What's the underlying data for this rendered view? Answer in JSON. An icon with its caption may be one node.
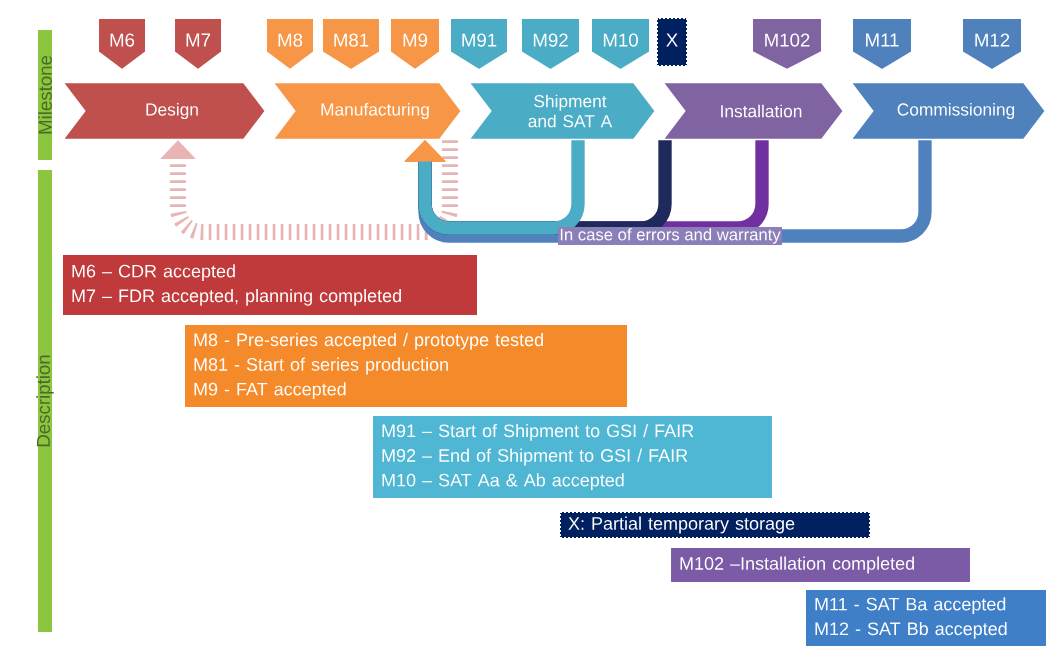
{
  "diagram": {
    "nodes": [
      {
        "text": [
          "Milestone"
        ]
      },
      {
        "text": [
          "Description"
        ]
      },
      {
        "text": [
          "Design"
        ]
      },
      {
        "text": [
          "Manufacturing"
        ]
      },
      {
        "text": [
          "Shipment and SAT A"
        ]
      },
      {
        "text": [
          "Installation"
        ]
      },
      {
        "text": [
          "Commissioning"
        ]
      },
      {
        "text": [
          "M6"
        ]
      },
      {
        "text": [
          "M7"
        ]
      },
      {
        "text": [
          "M8"
        ]
      },
      {
        "text": [
          "M81"
        ]
      },
      {
        "text": [
          "M9"
        ]
      },
      {
        "text": [
          "M91"
        ]
      },
      {
        "text": [
          "M92"
        ]
      },
      {
        "text": [
          "M10"
        ]
      },
      {
        "text": [
          "X"
        ]
      },
      {
        "text": [
          "M102"
        ]
      },
      {
        "text": [
          "M11"
        ]
      },
      {
        "text": [
          "M12"
        ]
      },
      {
        "text": [
          "M6 – CDR accepted",
          "M7 – FDR accepted, planning completed"
        ]
      },
      {
        "text": [
          "M8 - Pre-series accepted / prototype tested",
          "M81 - Start of series production",
          "M9 - FAT accepted"
        ]
      },
      {
        "text": [
          "M91 – Start of Shipment to GSI / FAIR",
          "M92 – End of Shipment to GSI / FAIR",
          "M10 – SAT Aa & Ab accepted"
        ]
      },
      {
        "text": [
          "X: Partial temporary storage"
        ]
      },
      {
        "text": [
          "M102 –Installation completed"
        ]
      },
      {
        "text": [
          "M11 - SAT Ba accepted",
          "M12 - SAT Bb accepted"
        ]
      }
    ],
    "edges": [
      {
        "from": 3,
        "to": 2,
        "arrow": "to",
        "style": "dashed",
        "color": "#e8b4b4"
      },
      {
        "from": 6,
        "to": 3,
        "arrow": "to",
        "color": "#4f81bd",
        "label": "In case of errors and warranty"
      },
      {
        "from": 5,
        "to": 3,
        "arrow": "to",
        "color": "#7030a0"
      },
      {
        "from": 5,
        "to": 3,
        "arrow": "to",
        "color": "#1f2a5c"
      },
      {
        "from": 4,
        "to": 3,
        "arrow": "to",
        "color": "#4bacc6"
      }
    ]
  }
}
